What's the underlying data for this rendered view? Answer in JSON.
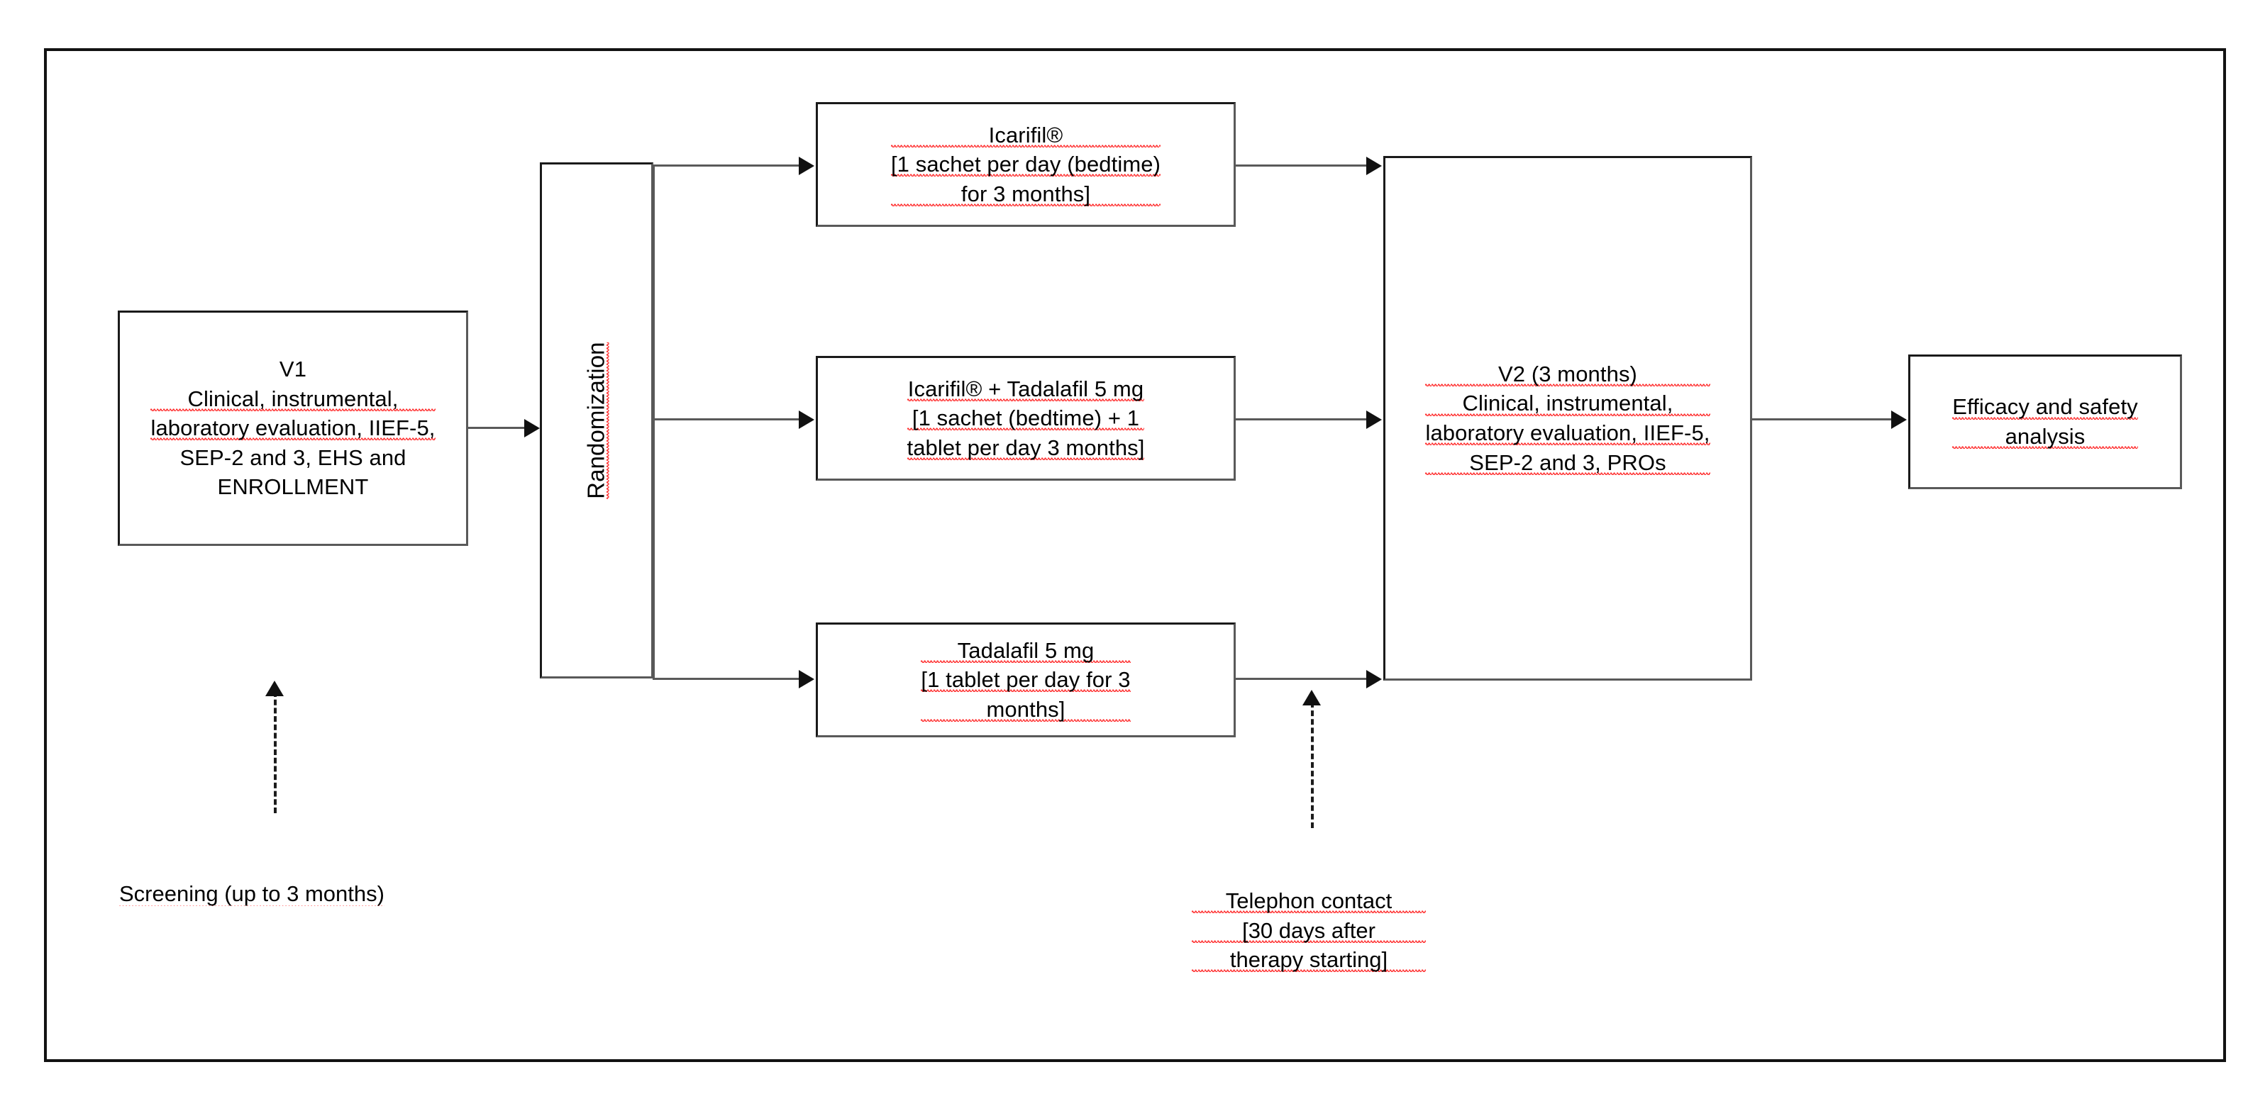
{
  "diagram": {
    "title": "Clinical trial study design flowchart",
    "colors": {
      "frame_border": "#121212",
      "node_border": "#595959",
      "connector": "#595959",
      "arrowhead": "#111111",
      "spellcheck_underline": "#ff2d2d",
      "text": "#000000",
      "background": "#ffffff"
    },
    "nodes": {
      "v1": {
        "name": "V1",
        "lines": [
          "V1",
          "Clinical, instrumental,",
          "laboratory evaluation, IIEF-5,",
          "SEP-2 and 3, EHS and",
          "ENROLLMENT"
        ]
      },
      "randomization": {
        "label": "Randomization",
        "orientation": "vertical-rotated-90ccw"
      },
      "arm1": {
        "lines": [
          "Icarifil®",
          "[1 sachet per day (bedtime)",
          "for 3 months]"
        ]
      },
      "arm2": {
        "lines": [
          "Icarifil® + Tadalafil 5 mg",
          "[1 sachet (bedtime) + 1",
          "tablet per day 3 months]"
        ]
      },
      "arm3": {
        "lines": [
          "Tadalafil 5 mg",
          "[1 tablet per day for 3",
          "months]"
        ]
      },
      "v2": {
        "name": "V2 (3 months)",
        "lines": [
          "V2 (3 months)",
          "Clinical, instrumental,",
          "laboratory evaluation, IIEF-5,",
          "SEP-2 and 3, PROs"
        ]
      },
      "analysis": {
        "lines": [
          "Efficacy and safety",
          "analysis"
        ]
      }
    },
    "annotations": {
      "screening": {
        "lines": [
          "Screening (up to 3 months)"
        ]
      },
      "telephone": {
        "lines": [
          "Telephon contact",
          "[30 days after",
          "therapy starting]"
        ]
      }
    }
  }
}
